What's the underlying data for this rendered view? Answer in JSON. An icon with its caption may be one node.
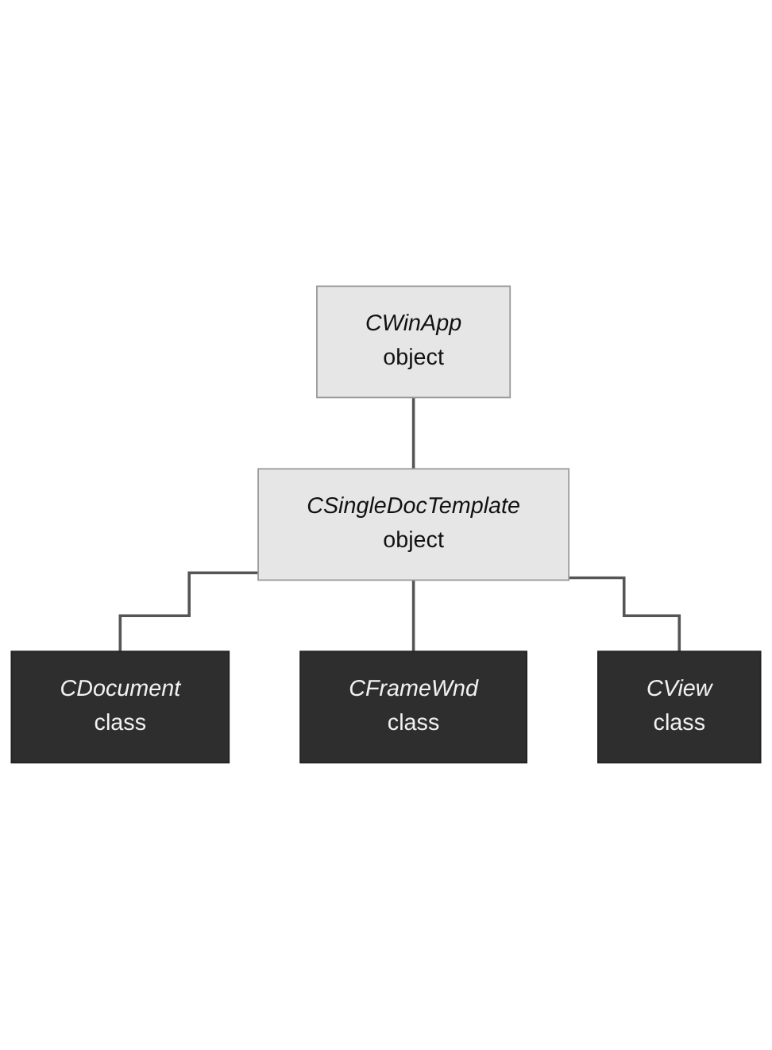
{
  "diagram": {
    "nodes": [
      {
        "text": [
          "CWinApp",
          "object"
        ]
      },
      {
        "text": [
          "CSingleDocTemplate",
          "object"
        ]
      },
      {
        "text": [
          "CDocument",
          "class"
        ]
      },
      {
        "text": [
          "CFrameWnd",
          "class"
        ]
      },
      {
        "text": [
          "CView",
          "class"
        ]
      }
    ],
    "edges": [
      {
        "from": 0,
        "to": 1,
        "arrow": "none"
      },
      {
        "from": 1,
        "to": 2,
        "arrow": "none"
      },
      {
        "from": 1,
        "to": 3,
        "arrow": "none"
      },
      {
        "from": 1,
        "to": 4,
        "arrow": "none"
      }
    ]
  }
}
